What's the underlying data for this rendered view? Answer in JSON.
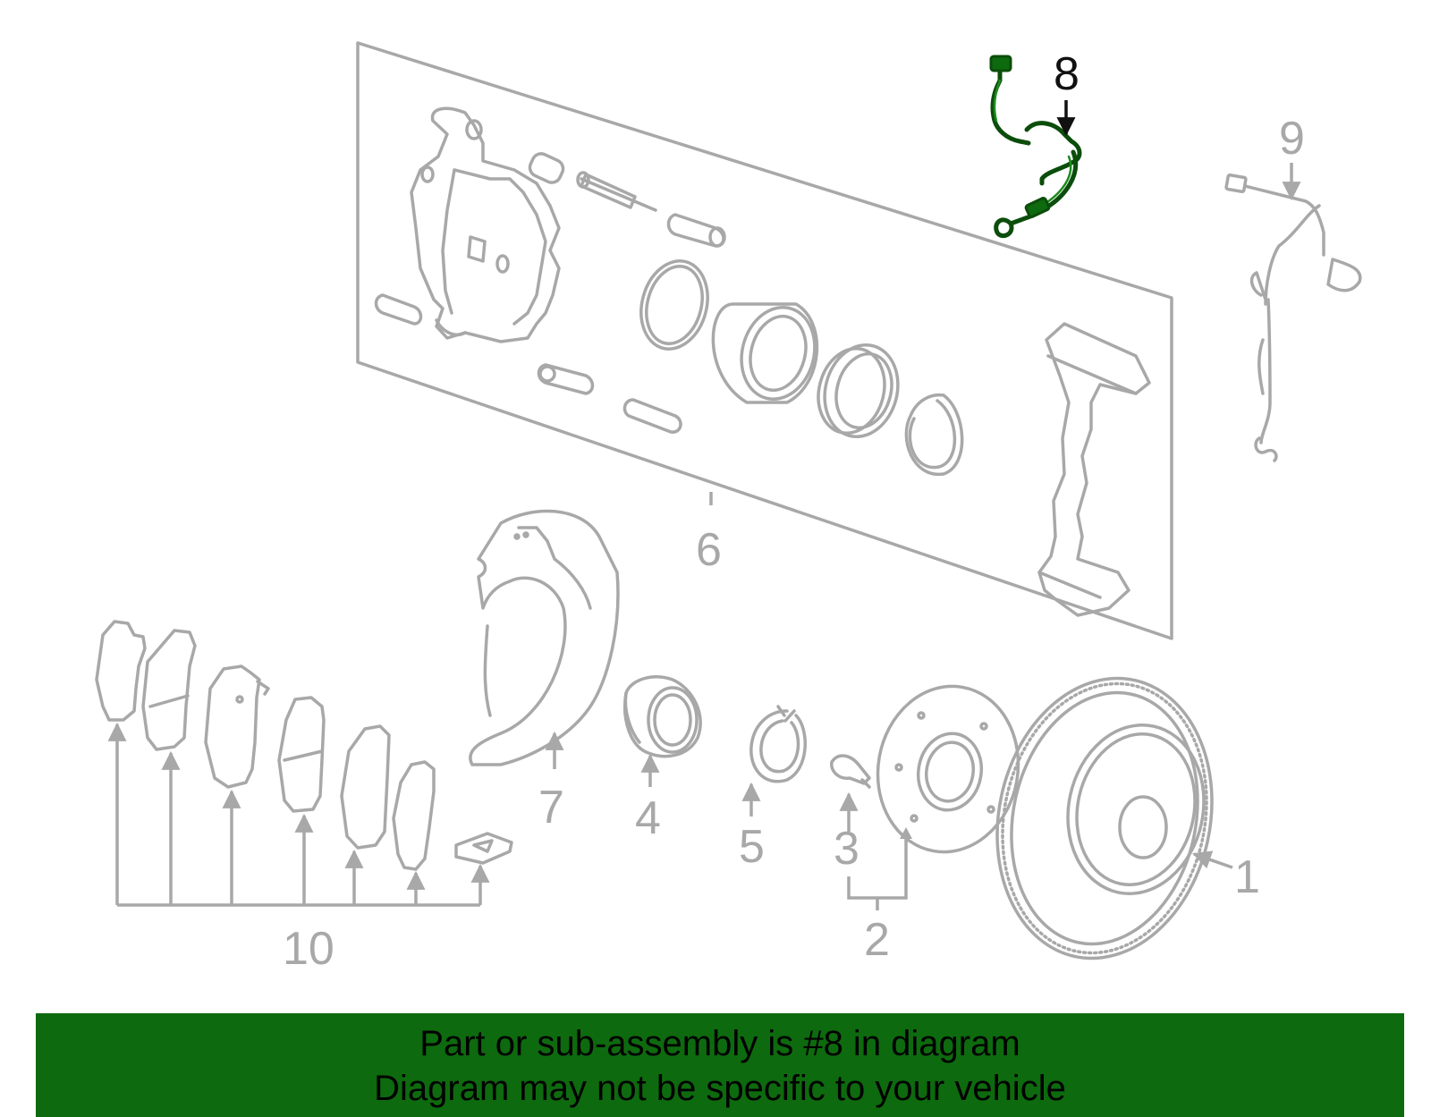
{
  "diagram": {
    "highlighted_part": "8",
    "highlight_color": "#0e6a0e",
    "line_color": "#a8a8a8",
    "callouts": {
      "c1": "1",
      "c2": "2",
      "c3": "3",
      "c4": "4",
      "c5": "5",
      "c6": "6",
      "c7": "7",
      "c8": "8",
      "c9": "9",
      "c10": "10"
    }
  },
  "footer": {
    "line1": "Part or sub-assembly is #8 in diagram",
    "line2": "Diagram may not be specific to your vehicle",
    "background": "#0e6a0e"
  }
}
